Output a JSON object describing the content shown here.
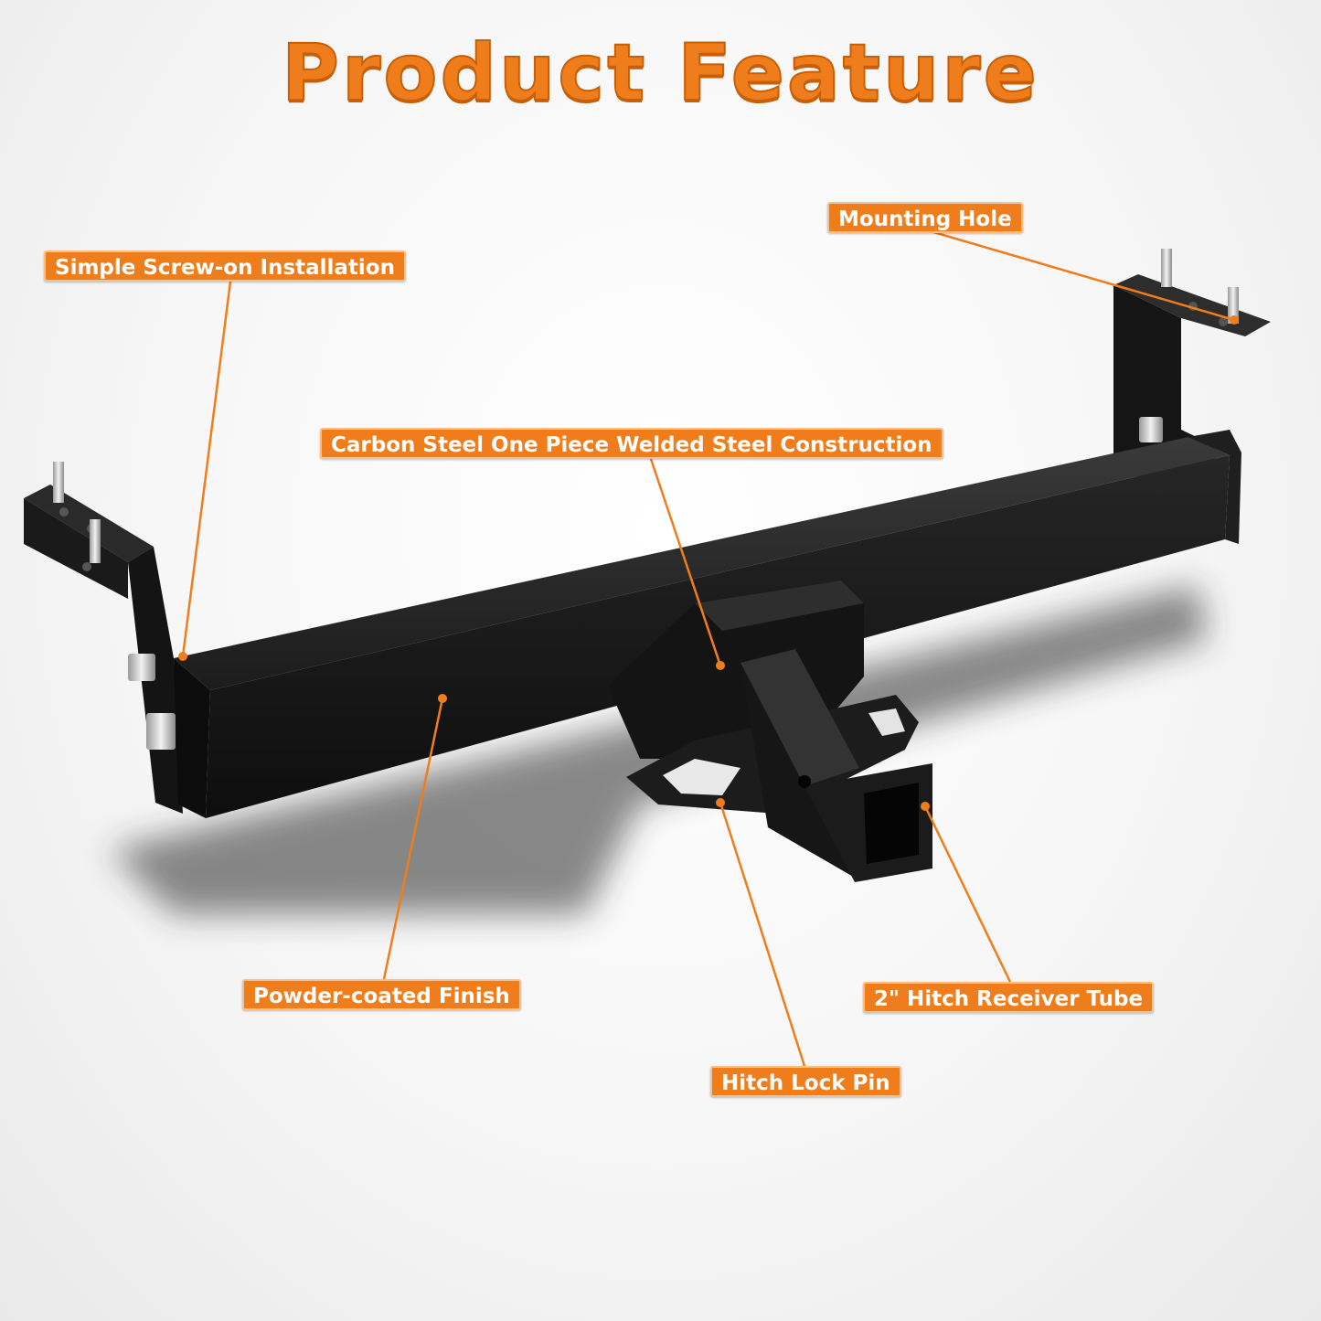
{
  "title": "Product Feature",
  "accent_color": "#f07d1b",
  "labels": {
    "mounting_hole": "Mounting Hole",
    "screw_on": "Simple Screw-on Installation",
    "carbon_steel": "Carbon Steel One Piece Welded Steel Construction",
    "powder_coated": "Powder-coated Finish",
    "receiver_tube": "2\" Hitch Receiver Tube",
    "lock_pin": "Hitch Lock Pin"
  }
}
